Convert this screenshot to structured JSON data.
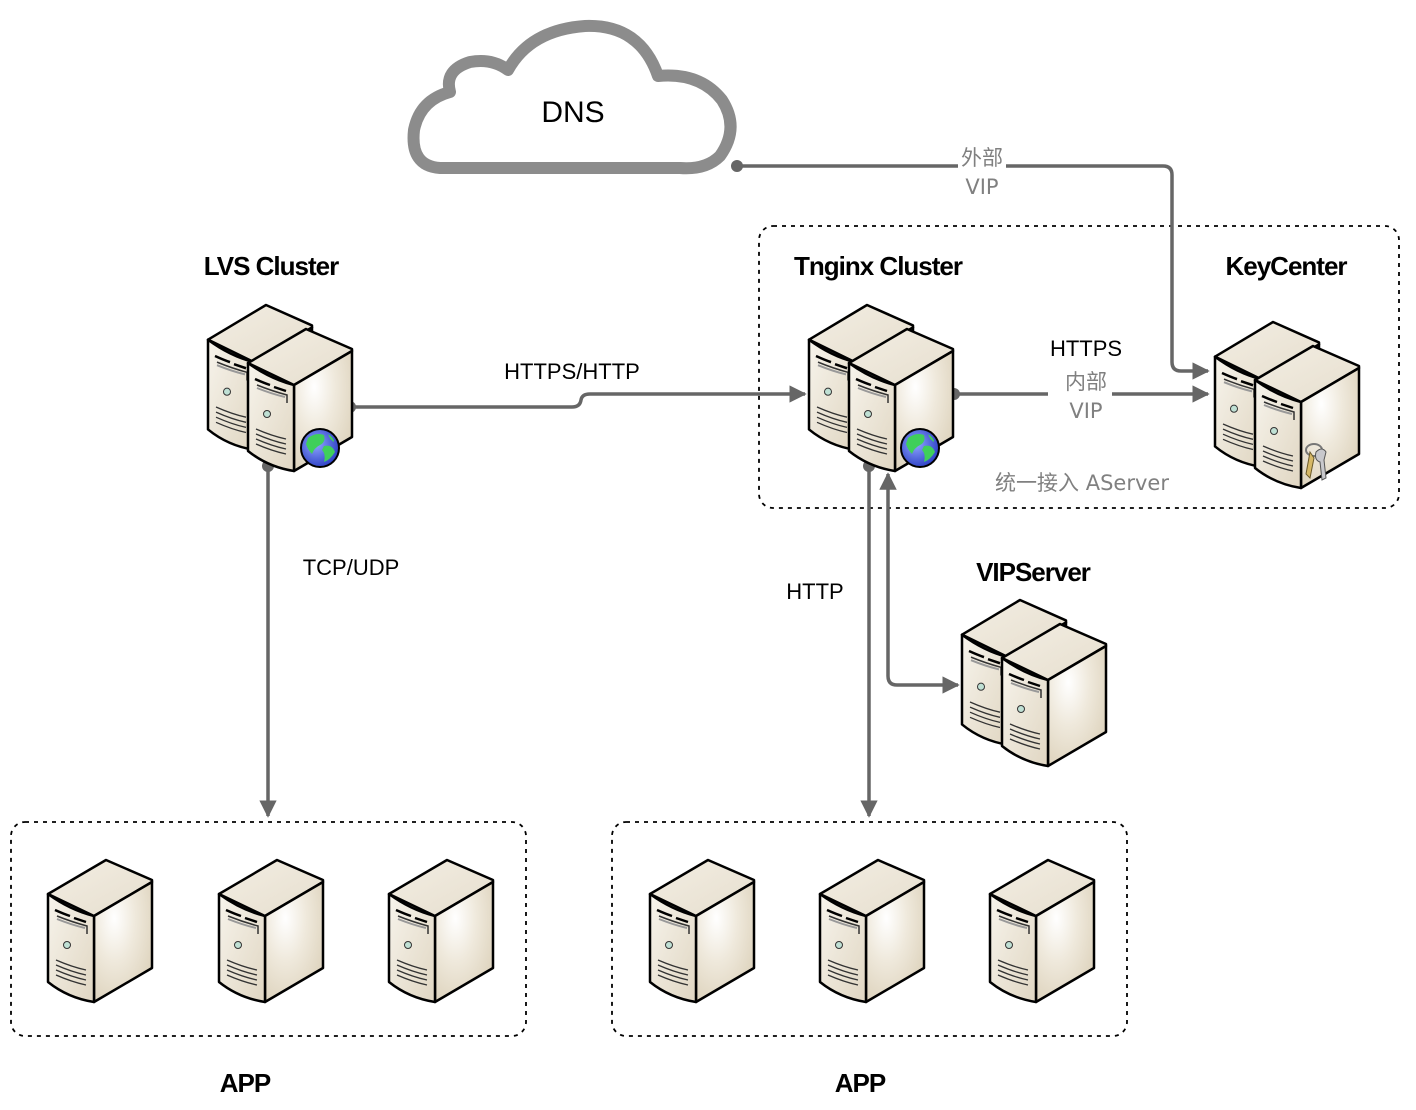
{
  "colors": {
    "connector": "#666666",
    "group_border": "#000000",
    "gray_text": "#808080",
    "cloud_stroke": "#8c8c8c",
    "server_face": "#efeadf",
    "server_side": "#e2d9c6"
  },
  "dns": {
    "label": "DNS",
    "icon": "cloud-icon"
  },
  "nodes": {
    "lvs": {
      "title": "LVS Cluster",
      "icon": "server-cluster-globe-icon"
    },
    "tnginx": {
      "title": "Tnginx Cluster",
      "icon": "server-cluster-globe-icon"
    },
    "keycenter": {
      "title": "KeyCenter",
      "icon": "server-cluster-keys-icon"
    },
    "vipserver": {
      "title": "VIPServer",
      "icon": "server-cluster-icon"
    }
  },
  "groups": {
    "aserver": {
      "label": "统一接入 AServer"
    },
    "app_left": {
      "label": "APP",
      "server_count": 3,
      "servers": [
        "app-server",
        "app-server",
        "app-server"
      ]
    },
    "app_right": {
      "label": "APP",
      "server_count": 3,
      "servers": [
        "app-server",
        "app-server",
        "app-server"
      ]
    }
  },
  "edges": {
    "dns_to_keycenter": {
      "line1": "外部",
      "line2": "VIP"
    },
    "lvs_to_tnginx": {
      "label": "HTTPS/HTTP"
    },
    "tnginx_to_keycenter": {
      "line1": "HTTPS",
      "line2": "内部",
      "line3": "VIP"
    },
    "lvs_to_app": {
      "label": "TCP/UDP"
    },
    "tnginx_to_app": {
      "label": "HTTP"
    }
  }
}
